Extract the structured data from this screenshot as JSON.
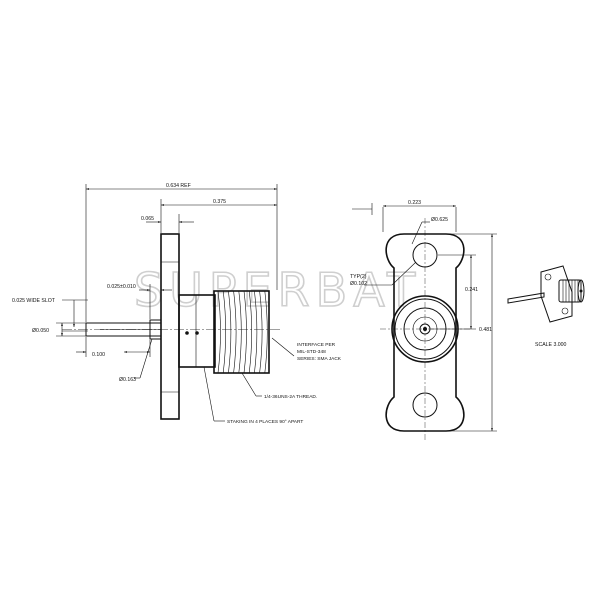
{
  "watermark": "SUPERBAT",
  "side_view": {
    "dimensions": {
      "overall_length": "0.634 REF",
      "body_length": "0.375",
      "flange_thickness": "0.065",
      "slot_width": "0.025 WIDE SLOT",
      "pin_offset": "0.025±0.010",
      "pin_diameter": "Ø0.050",
      "pin_length": "0.100",
      "dielectric_diameter": "Ø0.163"
    },
    "notes": {
      "interface_line1": "INTERFACE PER",
      "interface_line2": "MIL-STD-348",
      "interface_line3": "SERIES: SMA JACK",
      "thread": "1/4-36UNS-2A THREAD.",
      "staking": "STAKING IN 4 PLACES 90° APART"
    }
  },
  "front_view": {
    "dimensions": {
      "width": "0.223",
      "thread_diameter": "Ø0.625",
      "hole_note_line1": "TYP(2)",
      "hole_note_line2": "Ø0.102",
      "hole_spacing": "0.241",
      "flange_height": "0.481"
    }
  },
  "iso_view": {
    "scale_label": "SCALE  3.000"
  }
}
